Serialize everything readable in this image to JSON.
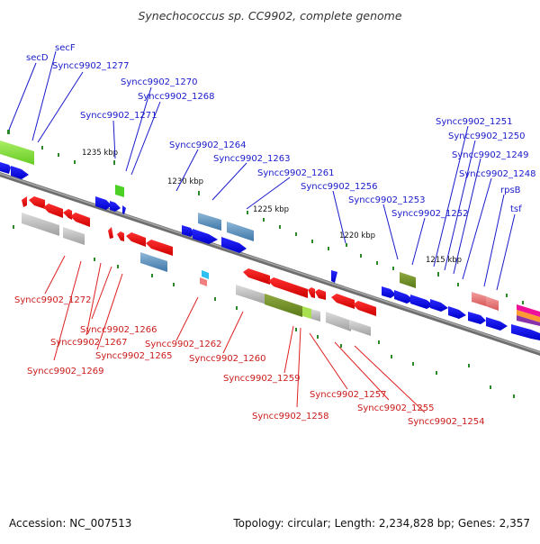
{
  "title": "Synechococcus sp. CC9902, complete genome",
  "accession": "Accession: NC_007513",
  "summary": "Topology: circular; Length: 2,234,828 bp; Genes: 2,357",
  "kbp_labels": [
    "1235 kbp",
    "1230 kbp",
    "1225 kbp",
    "1220 kbp",
    "1215 kbp"
  ],
  "top_labels": [
    "secD",
    "secF",
    "Syncc9902_1277",
    "Syncc9902_1270",
    "Syncc9902_1268",
    "Syncc9902_1271",
    "Syncc9902_1264",
    "Syncc9902_1263",
    "Syncc9902_1261",
    "Syncc9902_1256",
    "Syncc9902_1253",
    "Syncc9902_1252",
    "Syncc9902_1251",
    "Syncc9902_1250",
    "Syncc9902_1249",
    "Syncc9902_1248",
    "rpsB",
    "tsf"
  ],
  "bottom_labels": [
    "Syncc9902_1272",
    "Syncc9902_1266",
    "Syncc9902_1267",
    "Syncc9902_1269",
    "Syncc9902_1265",
    "Syncc9902_1262",
    "Syncc9902_1260",
    "Syncc9902_1259",
    "Syncc9902_1258",
    "Syncc9902_1257",
    "Syncc9902_1255",
    "Syncc9902_1254"
  ],
  "colors": {
    "forward_gene": "#1a1aff",
    "reverse_gene": "#ff0000",
    "top_label": "#1a1acc",
    "bottom_label": "#cc1a1a",
    "backbone": "#888888",
    "tick": "#2a8a2a",
    "feature_blue": "#4a86b8",
    "feature_olive": "#6a8a20",
    "feature_grey": "#b4b4b4",
    "feature_pink": "#e07070",
    "feature_green": "#66dd33"
  }
}
